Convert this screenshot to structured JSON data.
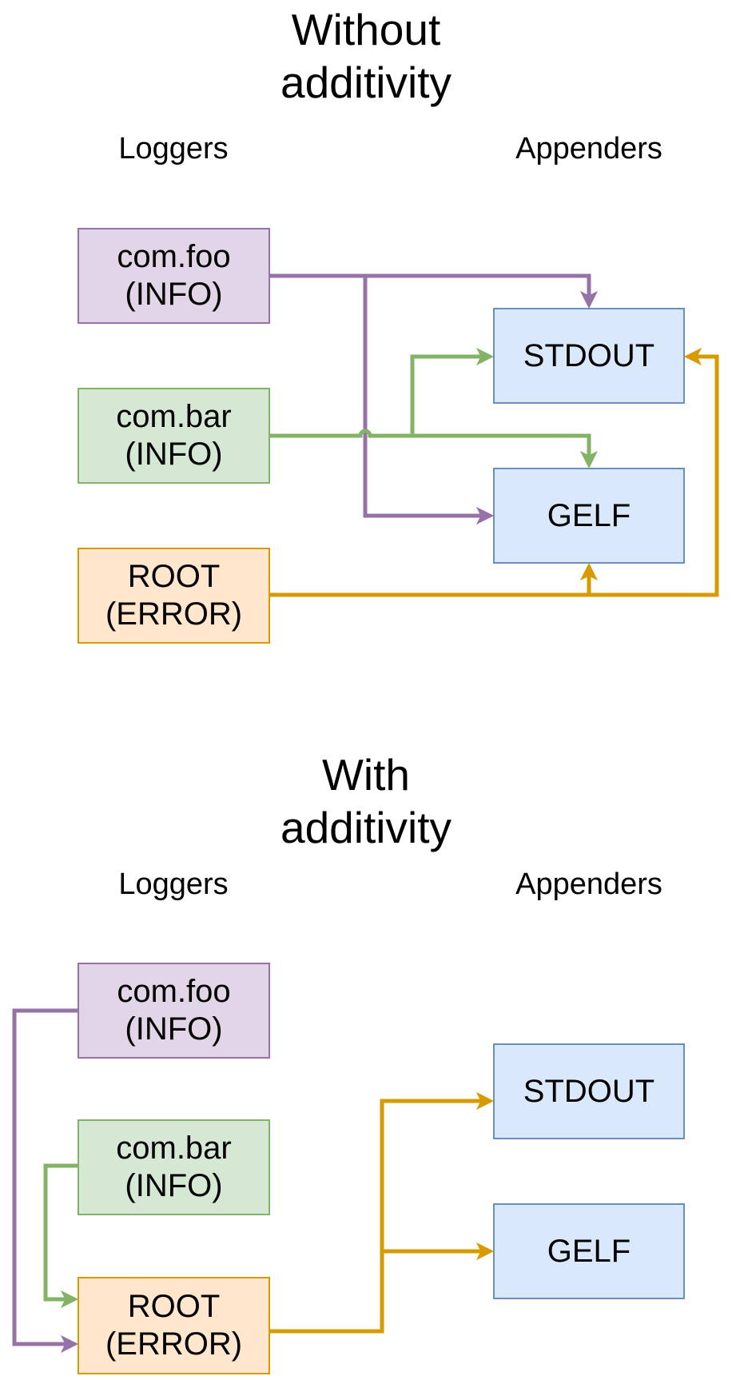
{
  "colors": {
    "purple": {
      "fill": "#e1d5e7",
      "stroke": "#9673a6"
    },
    "green": {
      "fill": "#d5e8d4",
      "stroke": "#82b366"
    },
    "orange": {
      "fill": "#ffe6cc",
      "stroke": "#d79b00"
    },
    "blue": {
      "fill": "#dae8fc",
      "stroke": "#6c8ebf"
    }
  },
  "diagrams": [
    {
      "title_line1": "Without",
      "title_line2": "additivity",
      "loggers_label": "Loggers",
      "appenders_label": "Appenders",
      "loggers": [
        {
          "name": "com.foo",
          "level": "(INFO)"
        },
        {
          "name": "com.bar",
          "level": "(INFO)"
        },
        {
          "name": "ROOT",
          "level": "(ERROR)"
        }
      ],
      "appenders": [
        {
          "name": "STDOUT"
        },
        {
          "name": "GELF"
        }
      ],
      "edges": [
        {
          "from": "com.foo",
          "to": "STDOUT",
          "color": "purple"
        },
        {
          "from": "com.foo",
          "to": "GELF",
          "color": "purple"
        },
        {
          "from": "com.bar",
          "to": "STDOUT",
          "color": "green"
        },
        {
          "from": "com.bar",
          "to": "GELF",
          "color": "green"
        },
        {
          "from": "ROOT",
          "to": "GELF",
          "color": "orange"
        },
        {
          "from": "ROOT",
          "to": "STDOUT",
          "color": "orange"
        }
      ]
    },
    {
      "title_line1": "With",
      "title_line2": "additivity",
      "loggers_label": "Loggers",
      "appenders_label": "Appenders",
      "loggers": [
        {
          "name": "com.foo",
          "level": "(INFO)"
        },
        {
          "name": "com.bar",
          "level": "(INFO)"
        },
        {
          "name": "ROOT",
          "level": "(ERROR)"
        }
      ],
      "appenders": [
        {
          "name": "STDOUT"
        },
        {
          "name": "GELF"
        }
      ],
      "edges": [
        {
          "from": "com.foo",
          "to": "ROOT",
          "color": "purple"
        },
        {
          "from": "com.bar",
          "to": "ROOT",
          "color": "green"
        },
        {
          "from": "ROOT",
          "to": "STDOUT",
          "color": "orange"
        },
        {
          "from": "ROOT",
          "to": "GELF",
          "color": "orange"
        }
      ]
    }
  ]
}
